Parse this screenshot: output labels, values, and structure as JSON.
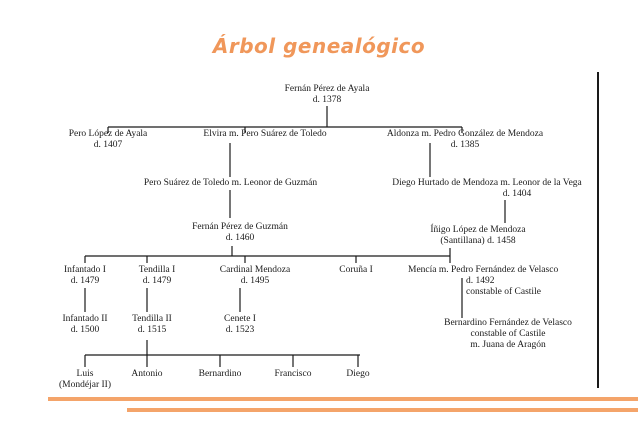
{
  "title": "Árbol genealógico",
  "colors": {
    "accent": "#f4a46a",
    "title": "#f0975a",
    "ink": "#1a1a1a"
  },
  "nodes": {
    "fernan_perez_ayala": {
      "name": "Fernán Pérez de Ayala",
      "date": "d. 1378"
    },
    "pero_lopez_ayala": {
      "name": "Pero López de Ayala",
      "date": "d. 1407"
    },
    "elvira": {
      "name": "Elvira m. Pero Suárez de Toledo"
    },
    "aldonza": {
      "name": "Aldonza m. Pedro González de Mendoza",
      "date": "d. 1385"
    },
    "pero_suarez_toledo": {
      "name": "Pero Suárez de Toledo m. Leonor de Guzmán"
    },
    "diego_hurtado": {
      "name": "Diego Hurtado de Mendoza m. Leonor de la Vega",
      "date": "d. 1404"
    },
    "fernan_perez_guzman": {
      "name": "Fernán Pérez de Guzmán",
      "date": "d. 1460"
    },
    "inigo_lopez": {
      "name": "Íñigo López de Mendoza",
      "date": "(Santillana) d. 1458"
    },
    "infantado_1": {
      "name": "Infantado I",
      "date": "d. 1479"
    },
    "tendilla_1": {
      "name": "Tendilla I",
      "date": "d. 1479"
    },
    "cardinal_mendoza": {
      "name": "Cardinal Mendoza",
      "date": "d. 1495"
    },
    "coruna_1": {
      "name": "Coruña I"
    },
    "mencia": {
      "name": "Mencía m. Pedro Fernández de Velasco",
      "date": "d. 1492",
      "note": "constable of Castile"
    },
    "infantado_2": {
      "name": "Infantado II",
      "date": "d. 1500"
    },
    "tendilla_2": {
      "name": "Tendilla II",
      "date": "d. 1515"
    },
    "cenete_1": {
      "name": "Cenete I",
      "date": "d. 1523"
    },
    "bernardino_velasco": {
      "name": "Bernardino Fernández de Velasco",
      "note": "constable of Castile",
      "spouse": "m. Juana de Aragón"
    },
    "luis": {
      "name": "Luis",
      "date": "(Mondéjar II)"
    },
    "antonio": {
      "name": "Antonio"
    },
    "bernardino": {
      "name": "Bernardino"
    },
    "francisco": {
      "name": "Francisco"
    },
    "diego": {
      "name": "Diego"
    }
  }
}
